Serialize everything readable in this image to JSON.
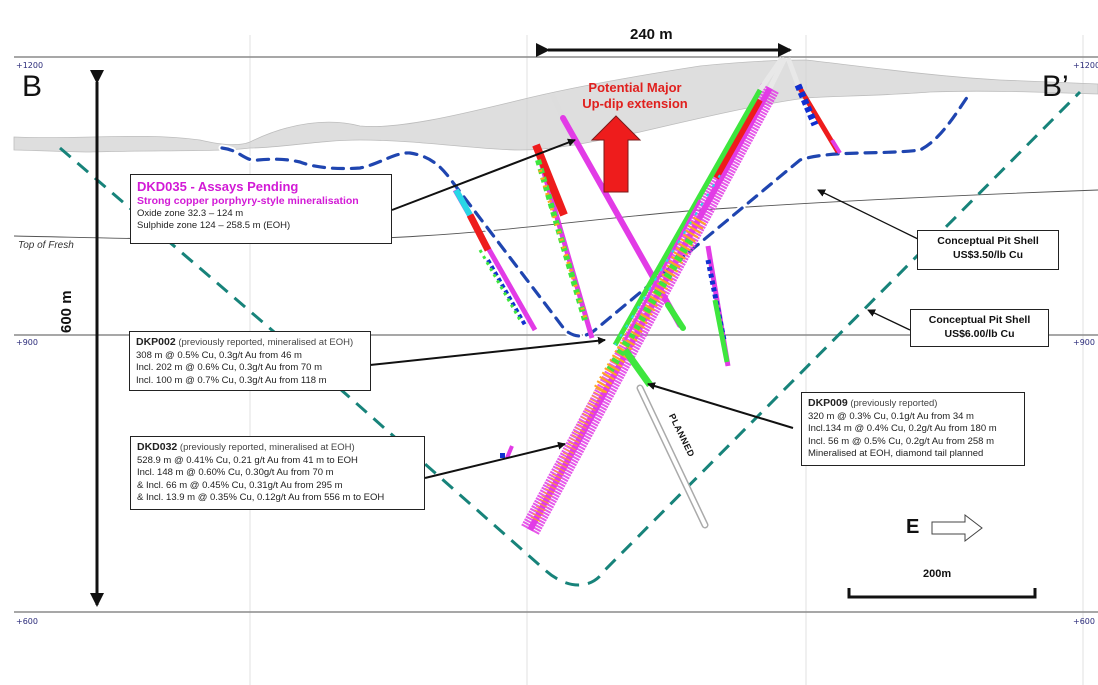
{
  "section": {
    "start_label": "B",
    "end_label": "B’"
  },
  "elevations": {
    "top_left": "+1200",
    "top_right": "+1200",
    "mid_left": "+900",
    "mid_right": "+900",
    "bottom_left": "+600",
    "bottom_right": "+600"
  },
  "dimensions": {
    "horizontal": "240 m",
    "vertical": "600 m",
    "scale_bar": "200m"
  },
  "labels": {
    "upside_potential_line1": "Potential Major",
    "upside_potential_line2": "Up-dip extension",
    "top_of_fresh": "Top of Fresh",
    "planned": "PLANNED",
    "east": "E"
  },
  "pit_shells": [
    {
      "line1": "Conceptual Pit Shell",
      "line2": "US$3.50/lb Cu",
      "color": "#1f45b0"
    },
    {
      "line1": "Conceptual Pit Shell",
      "line2": "US$6.00/lb Cu",
      "color": "#17837a"
    }
  ],
  "callouts": {
    "dkd035": {
      "title": "DKD035 - Assays Pending",
      "subtitle": "Strong copper porphyry-style mineralisation",
      "lines": [
        "Oxide zone 32.3 – 124 m",
        "Sulphide zone 124 – 258.5 m (EOH)"
      ]
    },
    "dkp002": {
      "hole": "DKP002",
      "note": " (previously reported, mineralised at EOH)",
      "lines": [
        "308 m @ 0.5% Cu, 0.3g/t Au from 46 m",
        "Incl. 202 m @ 0.6% Cu, 0.3g/t Au from 70 m",
        "Incl. 100 m @ 0.7% Cu, 0.3g/t Au from 118 m"
      ]
    },
    "dkd032": {
      "hole": "DKD032",
      "note": " (previously reported, mineralised at EOH)",
      "lines": [
        "528.9 m @ 0.41% Cu, 0.21 g/t Au from 41 m to EOH",
        "Incl. 148 m @ 0.60% Cu, 0.30g/t Au from 70 m",
        "& Incl. 66 m @ 0.45% Cu, 0.31g/t Au from 295 m",
        "& Incl. 13.9 m @ 0.35% Cu, 0.12g/t Au from 556 m to EOH"
      ]
    },
    "dkp009": {
      "hole": "DKP009",
      "note": " (previously reported)",
      "lines": [
        "320 m @ 0.3% Cu, 0.1g/t Au from 34 m",
        "Incl.134 m @ 0.4% Cu, 0.2g/t Au from 180 m",
        "Incl. 56 m @ 0.5% Cu, 0.2g/t Au from 258 m",
        "Mineralised at EOH, diamond tail planned"
      ]
    }
  },
  "colors": {
    "pit_350": "#1f45b0",
    "pit_600": "#17837a",
    "dkd035_accent": "#d21ad6",
    "upside_arrow": "#ee1c1c",
    "elevation_text": "#2b2b7a",
    "topography": "#c9c9c9"
  }
}
